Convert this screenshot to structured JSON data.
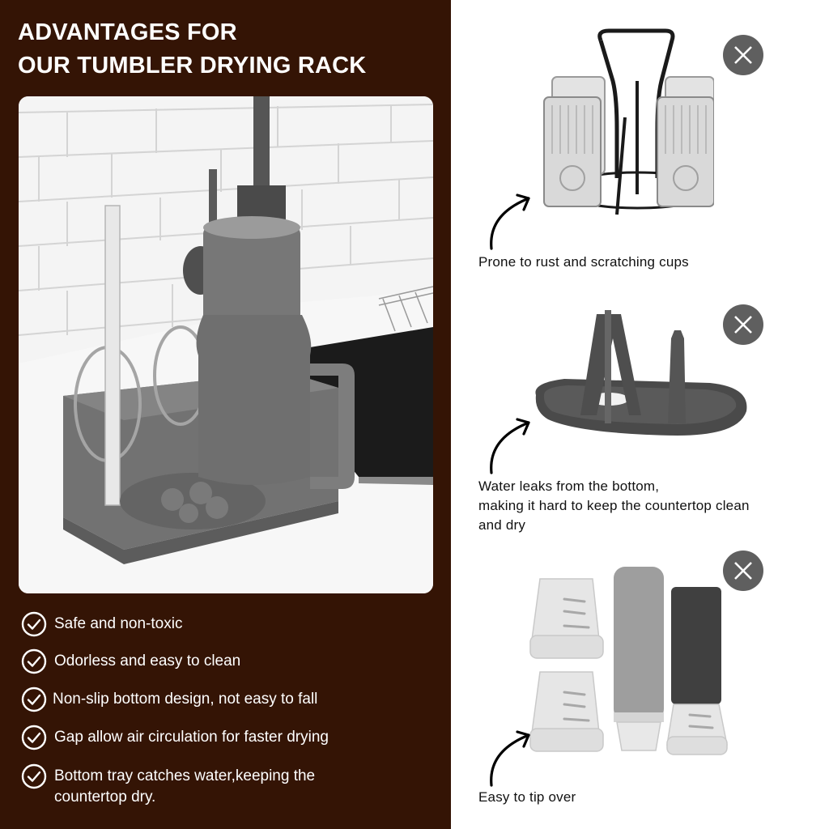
{
  "headline": {
    "line1": "ADVANTAGES FOR",
    "line2": "OUR TUMBLER DRYING RACK"
  },
  "product_photo": {
    "alt": "Gray tumbler drying rack on kitchen countertop holding a tumbler, lids and straw"
  },
  "benefits": {
    "icon": "check-circle-icon",
    "items": [
      {
        "line1": "Safe and non-toxic"
      },
      {
        "line1": "Odorless and easy to clean"
      },
      {
        "line1": "Non-slip bottom design, not easy to fall"
      },
      {
        "line1": "Gap allow air circulation for faster drying"
      },
      {
        "line1": "Bottom tray catches water,keeping the",
        "line2": "countertop dry."
      }
    ]
  },
  "comparisons": {
    "icon": "x-circle-icon",
    "arrow_icon": "curved-arrow-icon",
    "items": [
      {
        "product": "Metal wire cup rack with glasses",
        "caption_line1": "Prone to rust and scratching cups"
      },
      {
        "product": "Gray plastic bottle drying stand",
        "caption_line1": "Water leaks from the bottom,",
        "caption_line2": "making it hard to keep the countertop clean",
        "caption_line3": "and dry"
      },
      {
        "product": "Silicone boot drying stands with tumblers",
        "caption_line1": "Easy to tip over"
      }
    ]
  },
  "colors": {
    "brand_brown": "#341405",
    "rack_gray": "#6d6d6d",
    "x_badge": "#5f5f5f",
    "text_dark": "#111111",
    "text_light": "#ffffff"
  }
}
